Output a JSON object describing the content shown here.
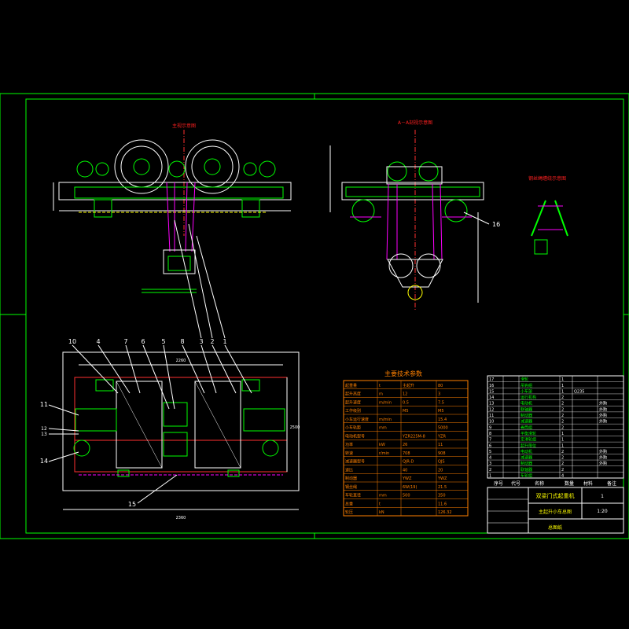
{
  "drawing": {
    "front_view_title": "主视示意图",
    "section_title": "A－A剖视示意图",
    "pulley_title": "钢丝绳缠绕示意图",
    "leader_label_16": "16",
    "balloons_top": [
      "10",
      "4",
      "7",
      "6",
      "5",
      "8",
      "3",
      "2",
      "1"
    ],
    "balloons_side": [
      "11",
      "12",
      "13",
      "14"
    ],
    "balloon_bottom": "15",
    "dim_labels": [
      "2360",
      "2260",
      "2500"
    ]
  },
  "params_table": {
    "title": "主要技术参数",
    "rows": [
      [
        "起重量",
        "t",
        "主起升",
        "80"
      ],
      [
        "起升高度",
        "m",
        "12",
        "3"
      ],
      [
        "起升速度",
        "m/min",
        "0.5",
        "7.5"
      ],
      [
        "工作级别",
        "",
        "M5",
        "M5"
      ],
      [
        "小车运行速度",
        "m/min",
        "",
        "15.4"
      ],
      [
        "小车轨距",
        "mm",
        "",
        "5000"
      ],
      [
        "电动机型号",
        "",
        "YZR225M-8",
        "YZR"
      ],
      [
        "功率",
        "kW",
        "26",
        "11"
      ],
      [
        "转速",
        "r/min",
        "708",
        "908"
      ],
      [
        "减速器型号",
        "",
        "QJR-D",
        "QJS"
      ],
      [
        "速比",
        "",
        "40",
        "20"
      ],
      [
        "制动器",
        "",
        "YWZ",
        "YWZ"
      ],
      [
        "钢丝绳",
        "",
        "6W(19)",
        "21.5"
      ],
      [
        "车轮直径",
        "mm",
        "500",
        "350"
      ],
      [
        "总重",
        "t",
        "",
        "11.6"
      ],
      [
        "轮压",
        "kN",
        "",
        "126.32"
      ]
    ]
  },
  "bom": {
    "header": [
      "序号",
      "代号",
      "名称",
      "数量",
      "材料",
      "备注"
    ],
    "rows": [
      [
        "17",
        "",
        "滑轮",
        "1",
        "",
        ""
      ],
      [
        "16",
        "",
        "吊钩组",
        "1",
        "",
        ""
      ],
      [
        "15",
        "",
        "小车架",
        "1",
        "Q235",
        ""
      ],
      [
        "14",
        "",
        "运行机构",
        "2",
        "",
        ""
      ],
      [
        "13",
        "",
        "电动机",
        "2",
        "",
        "外购"
      ],
      [
        "12",
        "",
        "联轴器",
        "2",
        "",
        "外购"
      ],
      [
        "11",
        "",
        "制动器",
        "2",
        "",
        "外购"
      ],
      [
        "10",
        "",
        "减速器",
        "2",
        "",
        "外购"
      ],
      [
        "9",
        "",
        "卷筒组",
        "2",
        "",
        ""
      ],
      [
        "8",
        "",
        "平衡滑轮",
        "1",
        "",
        ""
      ],
      [
        "7",
        "",
        "定滑轮组",
        "1",
        "",
        ""
      ],
      [
        "6",
        "",
        "起升限位",
        "1",
        "",
        ""
      ],
      [
        "5",
        "",
        "电动机",
        "2",
        "",
        "外购"
      ],
      [
        "4",
        "",
        "减速器",
        "2",
        "",
        "外购"
      ],
      [
        "3",
        "",
        "制动器",
        "2",
        "",
        "外购"
      ],
      [
        "2",
        "",
        "联轴器",
        "2",
        "",
        ""
      ],
      [
        "1",
        "",
        "车轮组",
        "4",
        "",
        ""
      ]
    ]
  },
  "title_block": {
    "product": "双梁门式起重机",
    "drawing_name": "主起升小车总图",
    "scale": "1:20",
    "sheet": "1",
    "company": "总图纸"
  },
  "colors": {
    "background": "#000000",
    "frame": "#00ff00",
    "outline": "#ffffff",
    "machine": "#00ff00",
    "rope": "#ff00ff",
    "centerline": "#ff3030",
    "dimension": "#ffffff",
    "table": "#ff8000",
    "highlight": "#ffff00",
    "hatch": "#00ffff"
  }
}
